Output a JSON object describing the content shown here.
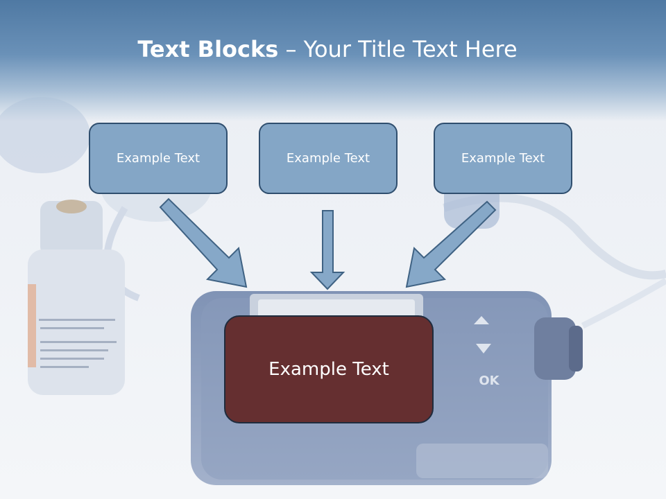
{
  "slide": {
    "title_bold": "Text Blocks",
    "title_dash": " – ",
    "title_rest": "Your Title Text Here",
    "blocks": [
      {
        "label": "Example Text"
      },
      {
        "label": "Example Text"
      },
      {
        "label": "Example Text"
      }
    ],
    "main_block": {
      "label": "Example Text"
    },
    "device_labels": {
      "ok": "OK"
    }
  },
  "colors": {
    "header": "#4f79a3",
    "block_fill": "#84a6c6",
    "block_border": "#2f4e6e",
    "main_fill": "#652f30",
    "arrow_fill": "#86a8c8",
    "arrow_stroke": "#3f6283"
  }
}
